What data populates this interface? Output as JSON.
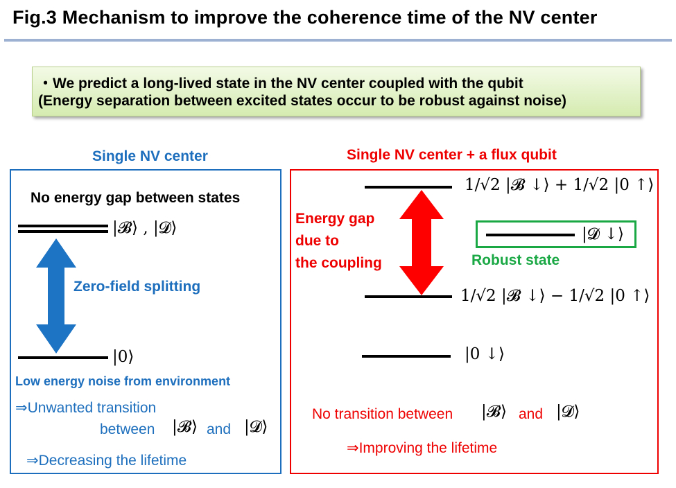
{
  "title": "Fig.3   Mechanism to improve the coherence time of the NV center",
  "callout": {
    "line1": "・We predict a long-lived state in the NV center coupled with the qubit",
    "line2": "(Energy separation between excited states occur to be robust against noise)"
  },
  "left": {
    "heading": "Single NV center",
    "no_gap": "No energy gap between states",
    "state_top": "|𝓑⟩ , |𝓓⟩",
    "state_bottom": "|0⟩",
    "zfs": "Zero-field splitting",
    "noise": "Low energy noise from environment",
    "unwanted": "⇒Unwanted transition",
    "between": "between",
    "ket_b": "|𝓑⟩",
    "and": "and",
    "ket_d": "|𝓓⟩",
    "decreasing": "⇒Decreasing the lifetime"
  },
  "right": {
    "heading": "Single NV center + a flux qubit",
    "gap_l1": "Energy gap",
    "gap_l2": "due to",
    "gap_l3": "the coupling",
    "state_plus": "1/√2 |𝓑 ↓⟩ + 1/√2 |0 ↑⟩",
    "state_dark": "|𝓓 ↓⟩",
    "robust": "Robust state",
    "state_minus": "1/√2 |𝓑 ↓⟩ − 1/√2 |0 ↑⟩",
    "state_ground": "|0 ↓⟩",
    "no_transition": "No transition between",
    "ket_b": "|𝓑⟩",
    "and": "and",
    "ket_d": "|𝓓⟩",
    "improving": "⇒Improving the lifetime"
  },
  "colors": {
    "blue": "#1d6fbd",
    "red": "#ee0000",
    "green": "#1aa845",
    "title_rule": "#9db2d3",
    "callout_bg": "#e4f2cc"
  }
}
